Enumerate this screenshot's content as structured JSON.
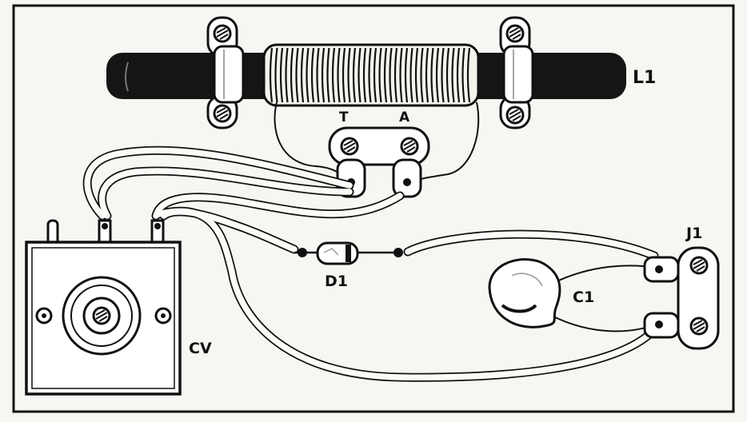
{
  "labels": {
    "coil": "L1",
    "tap_t": "T",
    "tap_a": "A",
    "diode": "D1",
    "jack": "J1",
    "capacitor": "C1",
    "variable_capacitor": "CV"
  },
  "colors": {
    "ink": "#111111",
    "paper": "#f7f6f2",
    "wire_fill": "#fbfbf8"
  },
  "icons": {
    "screw": "screw-icon",
    "solder": "solder-point-icon"
  }
}
